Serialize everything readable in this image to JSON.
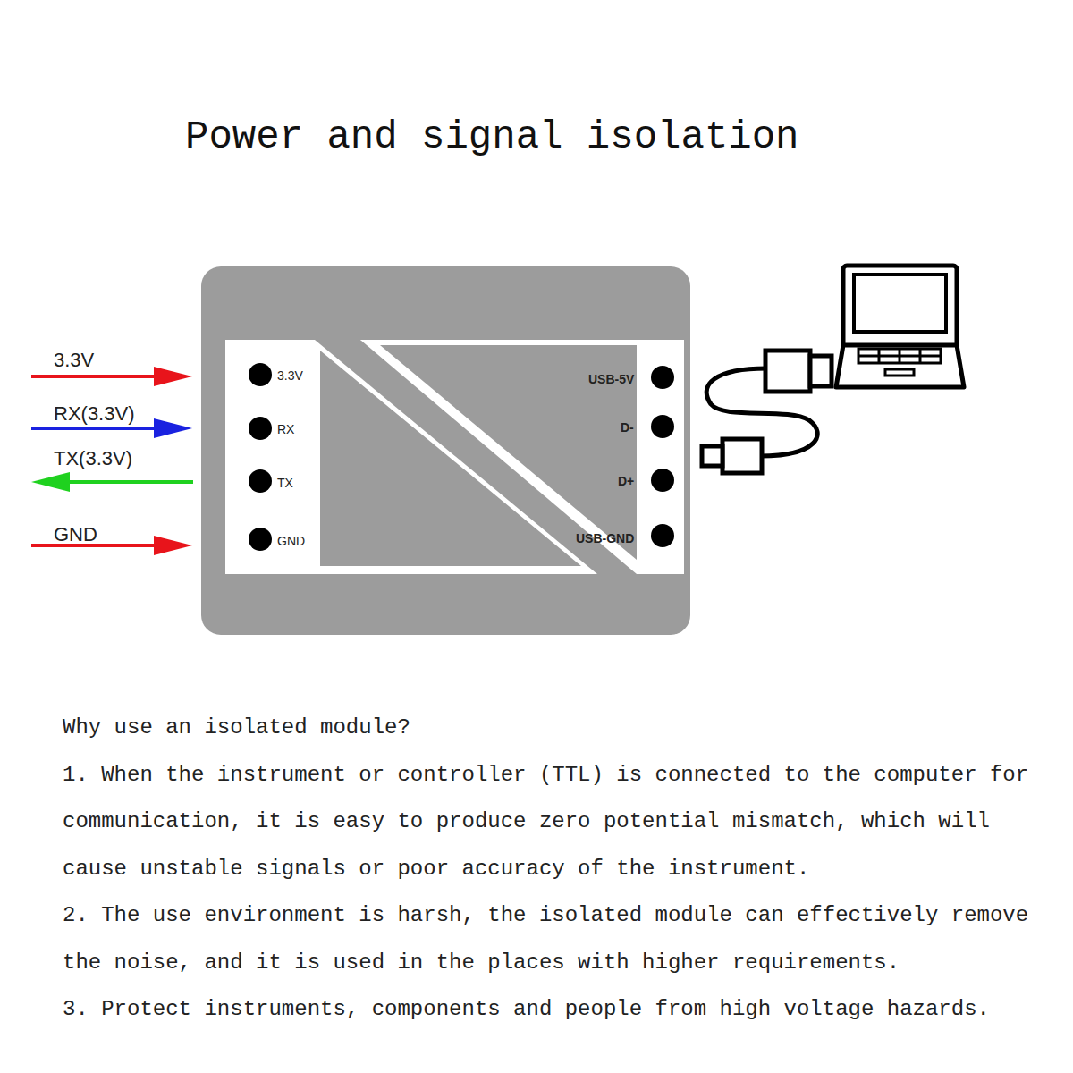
{
  "diagram": {
    "title": "Power and signal isolation",
    "labels": [
      "3.3V",
      "RX(3.3V)",
      "TX(3.3V)",
      "GND",
      "3.3V",
      "RX",
      "TX",
      "GND",
      "USB-5V",
      "D-",
      "D+",
      "USB-GND",
      "Why use an isolated module?",
      "1. When the instrument or controller (TTL) is connected to the computer for communication, it is easy to produce zero potential mismatch, which will cause unstable signals or poor accuracy of the instrument.",
      "2. The use environment is harsh, the isolated module can effectively remove the noise, and it is used in the places with higher requirements.",
      "3. Protect instruments, components and people from high voltage hazards."
    ]
  }
}
